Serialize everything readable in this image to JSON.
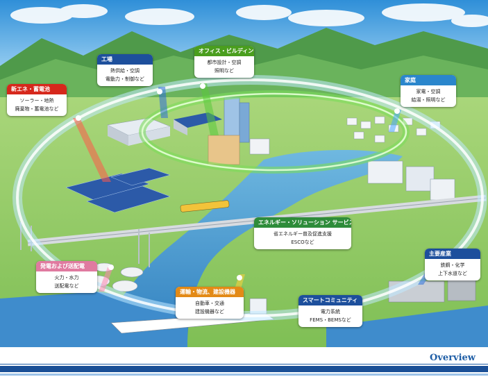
{
  "callouts": {
    "energy": {
      "title": "新エネ・蓄電池",
      "lines": [
        "ソーラー・地熱",
        "廃棄物・蓄電池など"
      ],
      "color": "#d6281c"
    },
    "factory": {
      "title": "工場",
      "lines": [
        "熱供給・空調",
        "電動力・制御など"
      ],
      "color": "#1d4f9c"
    },
    "office": {
      "title": "オフィス・ビルディング",
      "lines": [
        "都市設計・空調",
        "照明など"
      ],
      "color": "#4a9e1e"
    },
    "home": {
      "title": "家庭",
      "lines": [
        "家電・空調",
        "給湯・照明など"
      ],
      "color": "#2a86cc"
    },
    "solution": {
      "title": "エネルギー・ソリューション サービス",
      "lines": [
        "省エネルギー普及促進支援",
        "ESCOなど"
      ],
      "color": "#2e8c3a"
    },
    "power": {
      "title": "発電および送配電",
      "lines": [
        "火力・水力",
        "送配電など"
      ],
      "color": "#e07aa0"
    },
    "transport": {
      "title": "運輸・物流、建設機器",
      "lines": [
        "自動車・交通",
        "建設機器など"
      ],
      "color": "#e38a16"
    },
    "industry": {
      "title": "主要産業",
      "lines": [
        "鉄鋼・化学",
        "上下水道など"
      ],
      "color": "#1d4f9c"
    },
    "community": {
      "title": "スマートコミュニティ",
      "lines": [
        "電力系統",
        "FEMS・BEMSなど"
      ],
      "color": "#1d4f9c"
    }
  },
  "footer": {
    "label": "Overview",
    "color": "#1f5ea6"
  }
}
